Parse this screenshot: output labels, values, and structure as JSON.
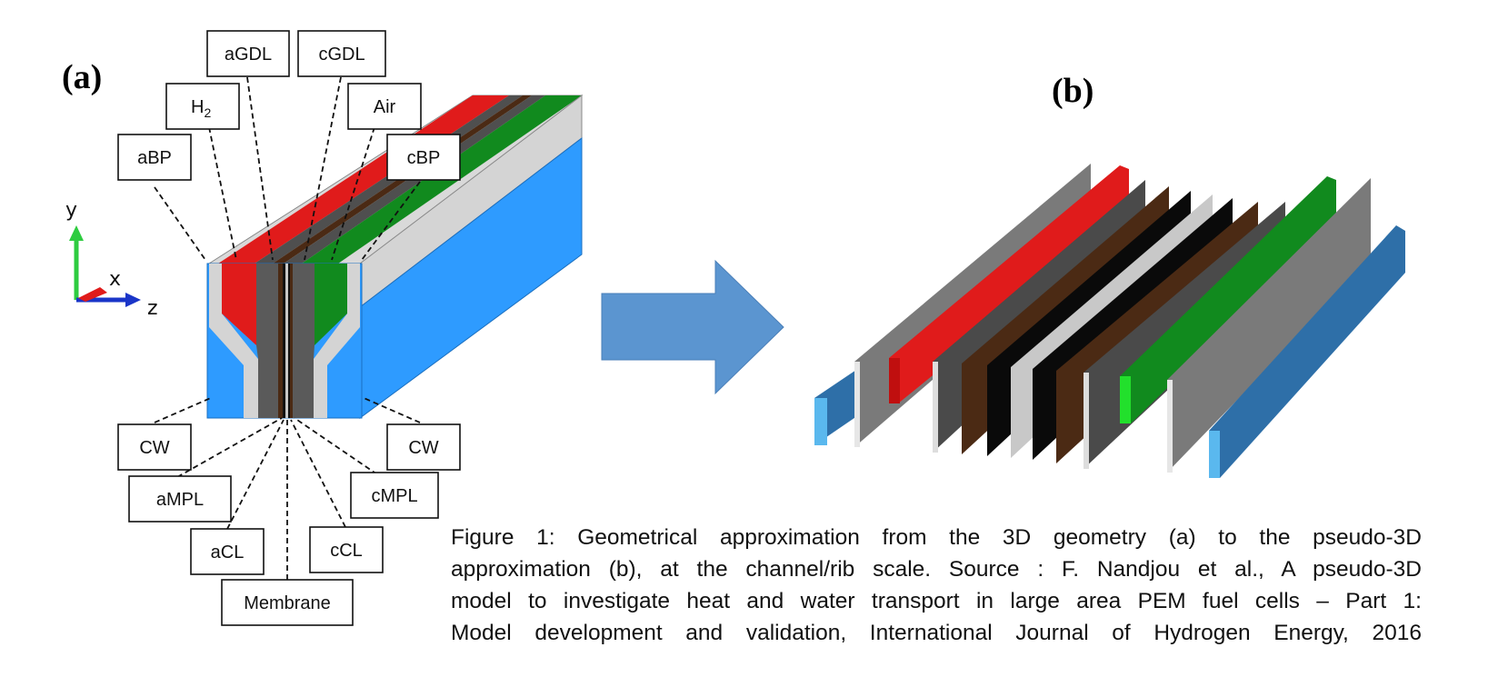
{
  "panels": {
    "a": "(a)",
    "b": "(b)"
  },
  "labels": {
    "aGDL": "aGDL",
    "cGDL": "cGDL",
    "H2": "H",
    "H2_sub": "2",
    "Air": "Air",
    "aBP": "aBP",
    "cBP": "cBP",
    "CW_left": "CW",
    "CW_right": "CW",
    "aMPL": "aMPL",
    "cMPL": "cMPL",
    "aCL": "aCL",
    "cCL": "cCL",
    "Membrane": "Membrane"
  },
  "axes": {
    "y": "y",
    "x": "x",
    "z": "z"
  },
  "colors": {
    "blue": "#2e9bff",
    "red": "#e01b1b",
    "green": "#118a1e",
    "gray_dark": "#555555",
    "gray_light": "#d4d4d4",
    "brown": "#4b2a14",
    "arrow": "#5b95d0"
  },
  "icons": {
    "transition_arrow": "right-arrow-icon"
  },
  "caption": {
    "lines": [
      "Figure 1: Geometrical approximation from the 3D geometry (a) to the pseudo-3D",
      "approximation (b), at the channel/rib scale. Source : F. Nandjou et al., A pseudo-3D",
      "model to investigate heat and water transport in large area PEM fuel cells – Part 1:",
      "Model development and validation, International Journal of Hydrogen Energy, 2016"
    ]
  }
}
